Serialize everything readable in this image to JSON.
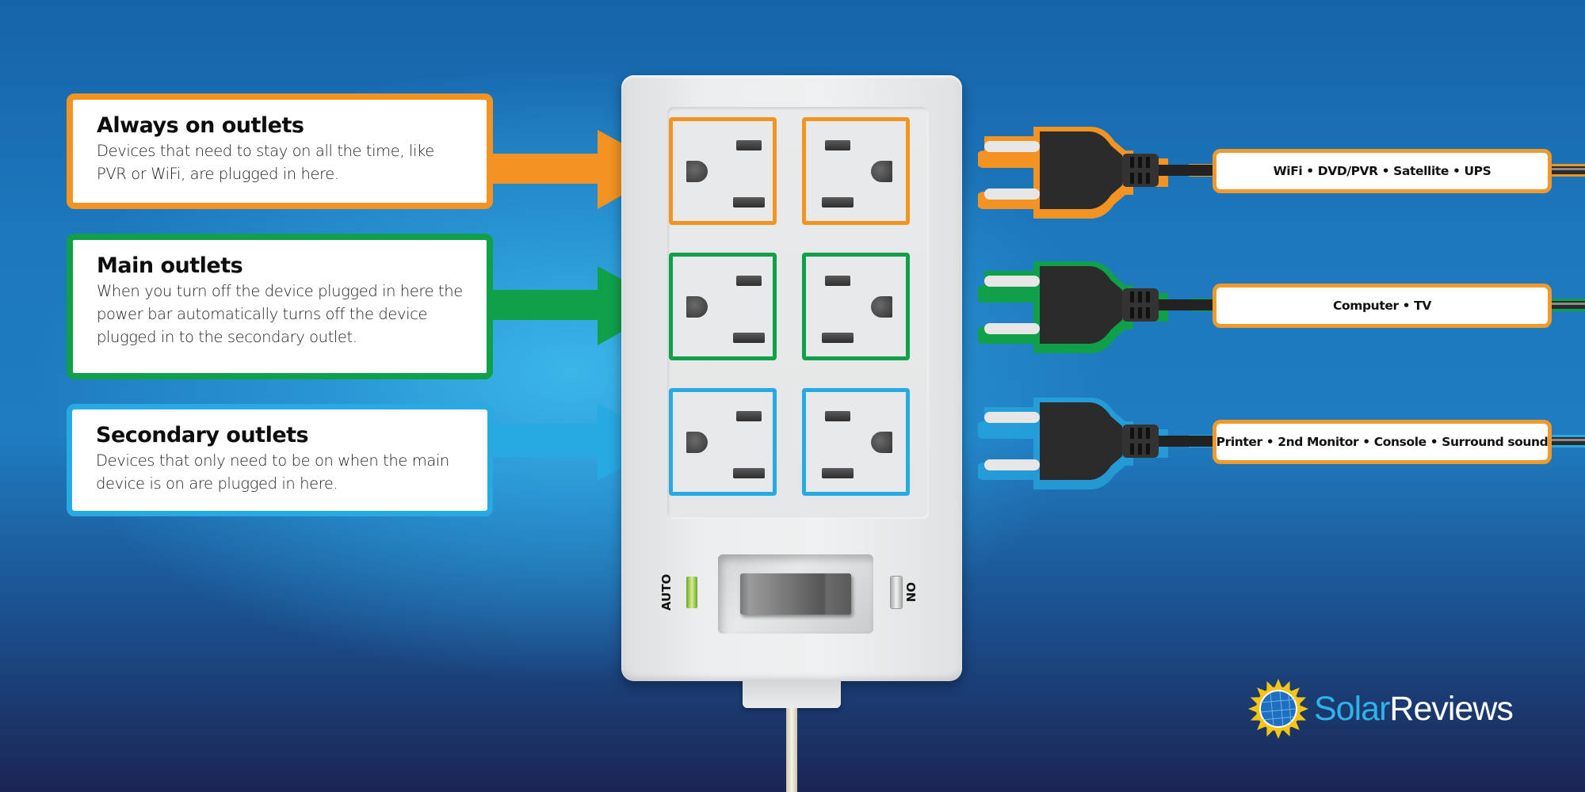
{
  "colors": {
    "always_on": "#f39322",
    "main": "#10a04a",
    "secondary": "#27a9e1",
    "device_box_border": "#f09a2d",
    "logo_solar": "#2fb2ea",
    "logo_reviews": "#ffffff"
  },
  "info_boxes": [
    {
      "key": "always_on",
      "title": "Always on outlets",
      "description": "Devices that need to stay on all the time, like PVR or WiFi, are plugged in here."
    },
    {
      "key": "main",
      "title": "Main outlets",
      "description": "When you turn off the device plugged in here the power bar automatically turns off the device plugged in to the secondary outlet."
    },
    {
      "key": "secondary",
      "title": "Secondary outlets",
      "description": "Devices that only need to be on when the main device is on are plugged in here."
    }
  ],
  "power_bar": {
    "outlet_rows": [
      "always_on",
      "main",
      "secondary"
    ],
    "switch_labels": {
      "left": "AUTO",
      "right": "ON"
    }
  },
  "devices": [
    {
      "key": "always_on",
      "label": "WiFi • DVD/PVR • Satellite • UPS"
    },
    {
      "key": "main",
      "label": "Computer • TV"
    },
    {
      "key": "secondary",
      "label": "Printer • 2nd Monitor • Console • Surround sound"
    }
  ],
  "logo": {
    "part1": "Solar",
    "part2": "Reviews"
  }
}
